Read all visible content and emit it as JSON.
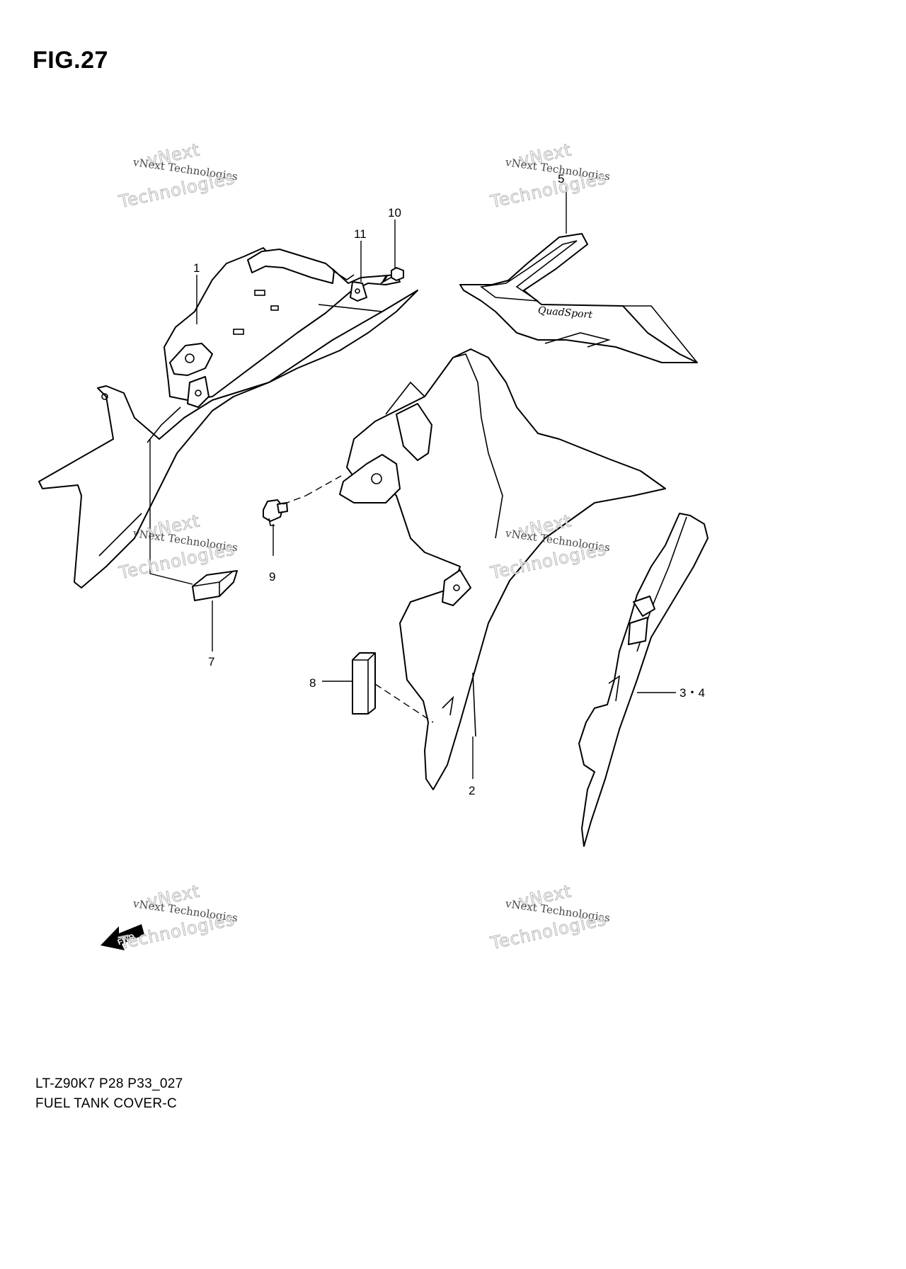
{
  "figure": {
    "title": "FIG.27"
  },
  "callouts": {
    "c1": "1",
    "c2": "2",
    "c34": "3・4",
    "c5": "5",
    "c7": "7",
    "c8": "8",
    "c9": "9",
    "c10": "10",
    "c11": "11"
  },
  "watermark": {
    "company": "vNext Technologies",
    "logo_line1": "vNext",
    "logo_line2": "Technologies"
  },
  "decal_logo": "QuadSport",
  "fwd_arrow": "FWD",
  "footer": {
    "code": "LT-Z90K7  P28  P33_027",
    "name": "FUEL TANK COVER-C"
  }
}
